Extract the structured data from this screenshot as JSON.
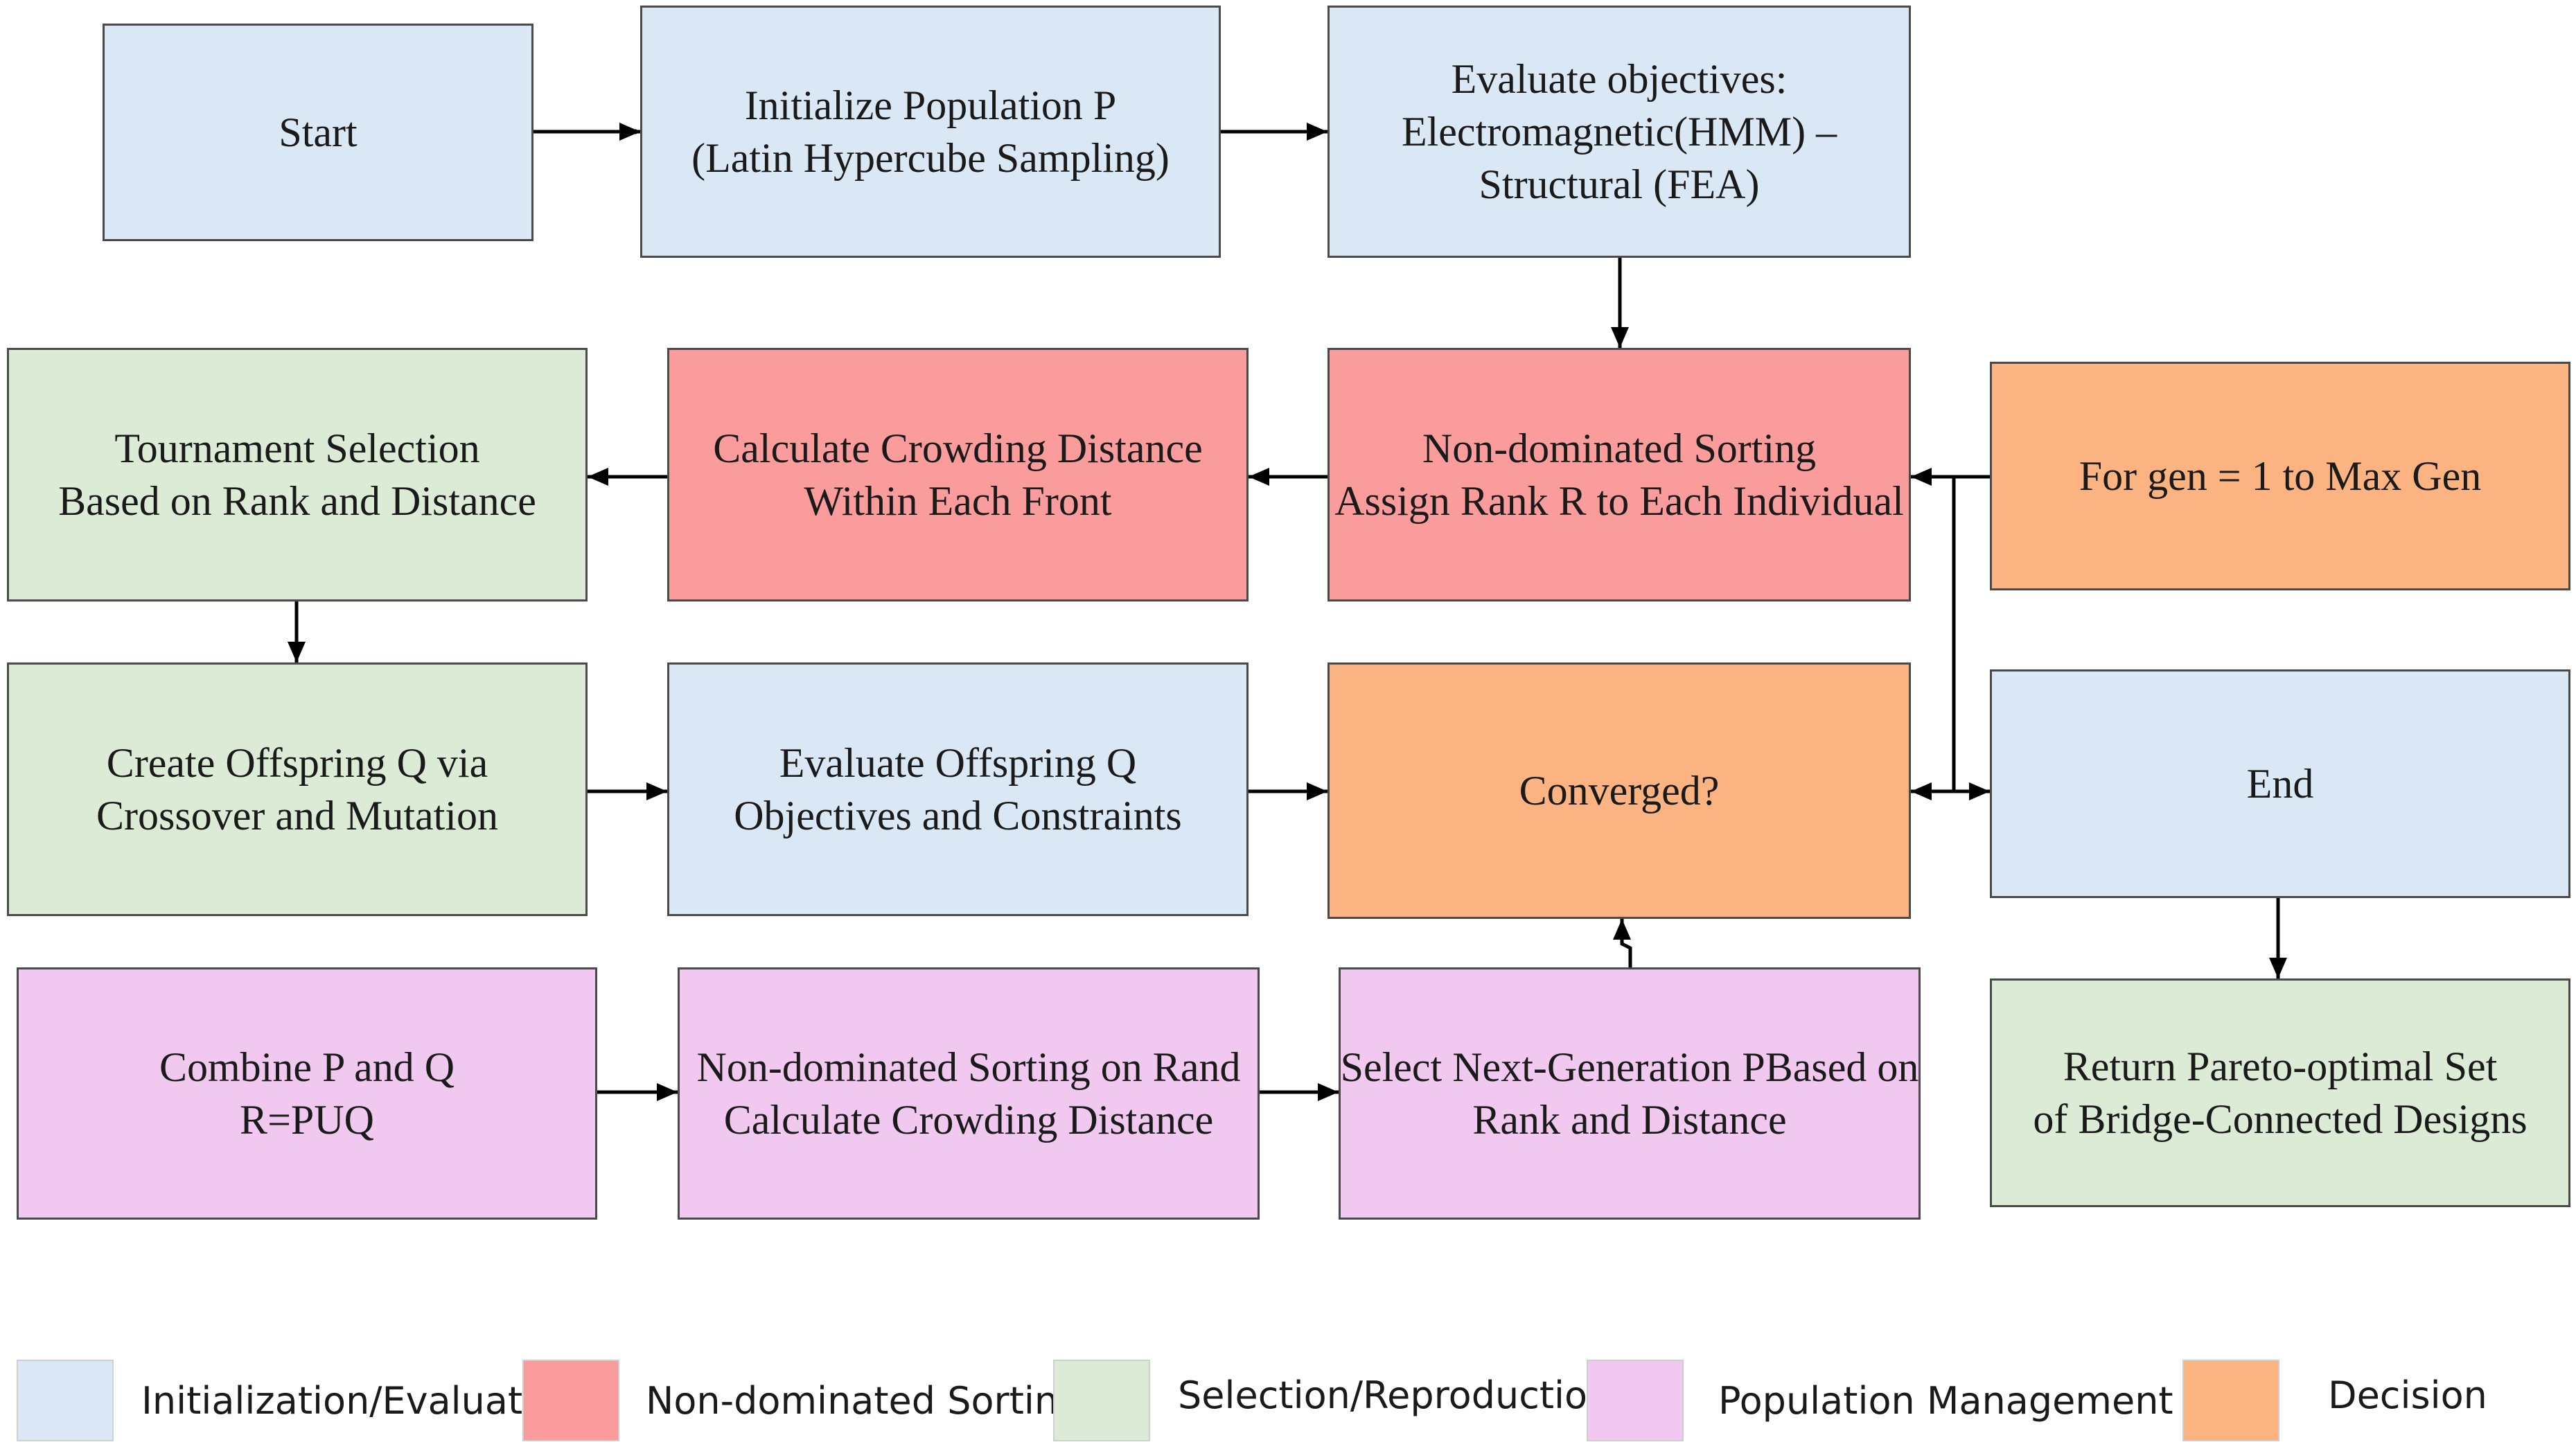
{
  "nodes": {
    "start": {
      "lines": [
        "Start"
      ]
    },
    "init": {
      "lines": [
        "Initialize Population P",
        "(Latin Hypercube Sampling)"
      ]
    },
    "evaluate": {
      "lines": [
        "Evaluate objectives:",
        "Electromagnetic(HMM) –",
        "Structural (FEA)"
      ]
    },
    "nds": {
      "lines": [
        "Non-dominated Sorting",
        "Assign Rank R to Each Individual"
      ]
    },
    "crowding": {
      "lines": [
        "Calculate Crowding Distance",
        "Within Each Front"
      ]
    },
    "tournament": {
      "lines": [
        "Tournament Selection",
        "Based on Rank and Distance"
      ]
    },
    "offspring": {
      "lines": [
        "Create Offspring Q via",
        "Crossover and Mutation"
      ]
    },
    "eval_offspring": {
      "lines": [
        "Evaluate Offspring Q",
        "Objectives and Constraints"
      ]
    },
    "converged": {
      "lines": [
        "Converged?"
      ]
    },
    "for_gen": {
      "lines": [
        "For gen = 1 to Max Gen"
      ]
    },
    "end": {
      "lines": [
        "End"
      ]
    },
    "combine": {
      "lines": [
        "Combine P and Q",
        "R=PUQ"
      ]
    },
    "nds_r": {
      "lines": [
        "Non-dominated Sorting on Rand",
        "Calculate Crowding Distance"
      ]
    },
    "select_next": {
      "lines": [
        "Select Next-Generation PBased on",
        "Rank and Distance"
      ]
    },
    "pareto": {
      "lines": [
        "Return Pareto-optimal Set",
        "of Bridge-Connected Designs"
      ]
    }
  },
  "legend": [
    {
      "label": "Initialization/Evaluation",
      "color": "#dae8f6"
    },
    {
      "label": "Non-dominated Sorting",
      "color": "#fa9c9c"
    },
    {
      "label": "Selection/Reproduction",
      "color": "#dcebd6"
    },
    {
      "label": "Population Management",
      "color": "#f1c8ef"
    },
    {
      "label": "Decision",
      "color": "#fbb382"
    }
  ],
  "colors": {
    "initialization_evaluation": "#dae8f6",
    "non_dominated_sorting": "#fa9c9c",
    "selection_reproduction": "#dcebd6",
    "population_management": "#f1c8ef",
    "decision": "#fbb382"
  }
}
